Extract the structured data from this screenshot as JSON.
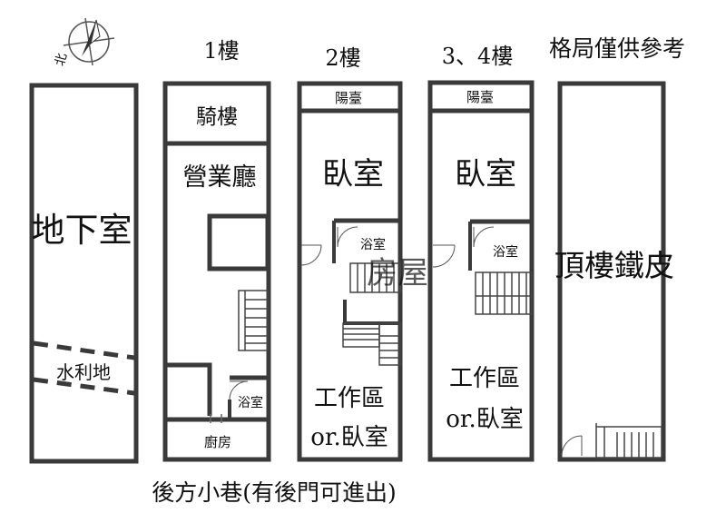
{
  "compass": {
    "label": "北",
    "icon": "north-arrow-icon"
  },
  "disclaimer": "格局僅供參考",
  "footer": "後方小巷(有後門可進出)",
  "watermark": "房屋",
  "floors": {
    "basement": {
      "rooms": {
        "basement": "地下室",
        "water_land": "水利地"
      }
    },
    "f1": {
      "title": "1樓",
      "rooms": {
        "arcade": "騎樓",
        "business_hall": "營業廳",
        "bathroom": "浴室",
        "kitchen": "廚房"
      }
    },
    "f2": {
      "title": "2樓",
      "rooms": {
        "balcony": "陽臺",
        "bedroom": "臥室",
        "bathroom": "浴室",
        "work_line1": "工作區",
        "work_line2": "or.臥室"
      }
    },
    "f34": {
      "title": "3、4樓",
      "rooms": {
        "balcony": "陽臺",
        "bedroom": "臥室",
        "bathroom": "浴室",
        "work_line1": "工作區",
        "work_line2": "or.臥室"
      }
    },
    "roof": {
      "rooms": {
        "roof_sheet": "頂樓鐵皮"
      }
    }
  },
  "colors": {
    "wall": "#3a3a3a",
    "stair": "#444444"
  }
}
